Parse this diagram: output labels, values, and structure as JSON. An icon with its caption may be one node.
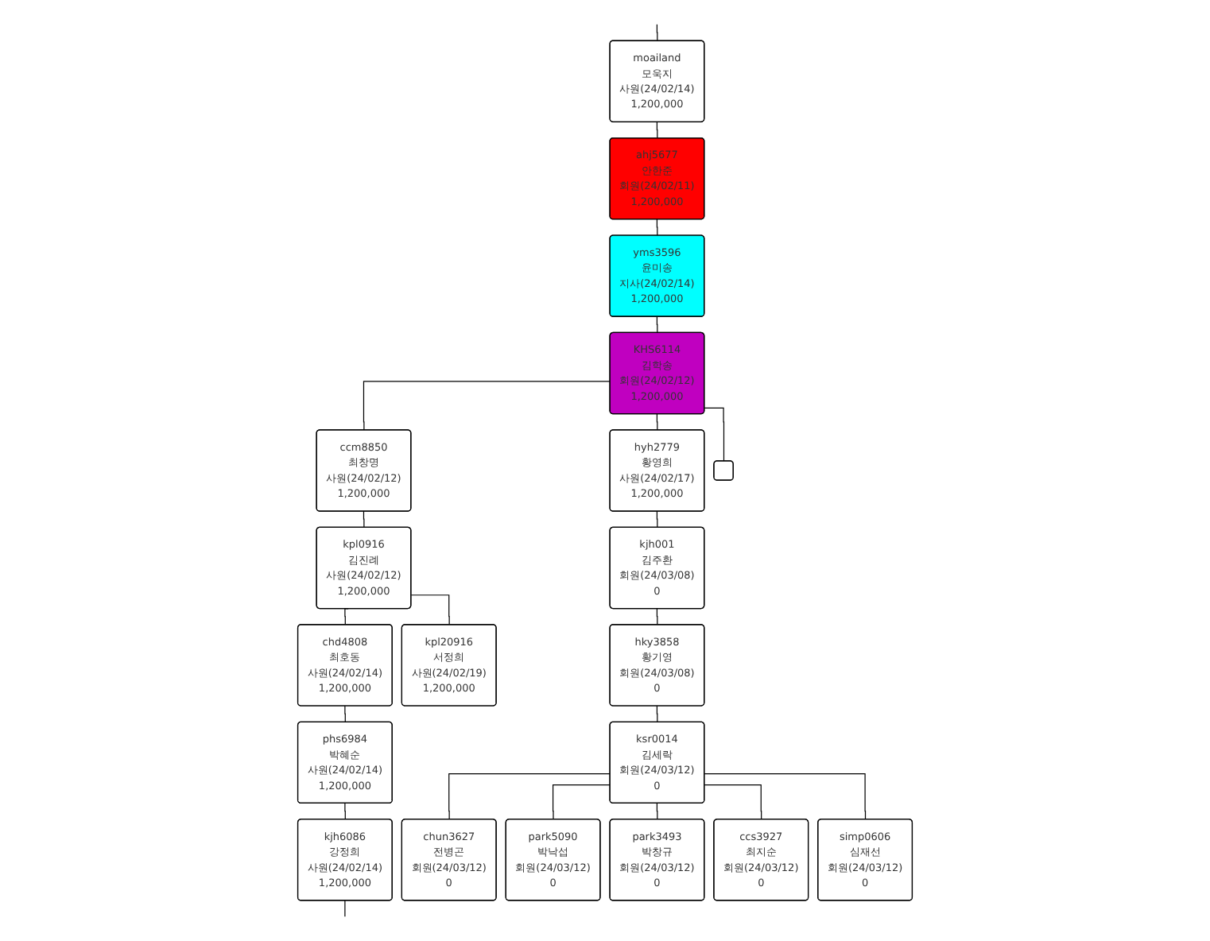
{
  "diagram": {
    "nodes": [
      {
        "text": [
          "moailand",
          "모욱지",
          "사원(24/02/14)",
          "1,200,000"
        ]
      },
      {
        "text": [
          "ahj5677",
          "안한준",
          "회원(24/02/11)",
          "1,200,000"
        ]
      },
      {
        "text": [
          "yms3596",
          "윤미송",
          "지사(24/02/14)",
          "1,200,000"
        ]
      },
      {
        "text": [
          "KHS6114",
          "김학송",
          "회원(24/02/12)",
          "1,200,000"
        ]
      },
      {
        "text": [
          "ccm8850",
          "최창명",
          "사원(24/02/12)",
          "1,200,000"
        ]
      },
      {
        "text": [
          "hyh2779",
          "황영희",
          "사원(24/02/17)",
          "1,200,000"
        ]
      },
      {
        "text": [],
        "shape": "box"
      },
      {
        "text": [
          "kpl0916",
          "김진례",
          "사원(24/02/12)",
          "1,200,000"
        ]
      },
      {
        "text": [
          "kjh001",
          "김주환",
          "회원(24/03/08)",
          "0"
        ]
      },
      {
        "text": [
          "chd4808",
          "최호동",
          "사원(24/02/14)",
          "1,200,000"
        ]
      },
      {
        "text": [
          "kpl20916",
          "서정희",
          "사원(24/02/19)",
          "1,200,000"
        ]
      },
      {
        "text": [
          "hky3858",
          "황기영",
          "회원(24/03/08)",
          "0"
        ]
      },
      {
        "text": [
          "phs6984",
          "박혜순",
          "사원(24/02/14)",
          "1,200,000"
        ]
      },
      {
        "text": [
          "ksr0014",
          "김세락",
          "회원(24/03/12)",
          "0"
        ]
      },
      {
        "text": [
          "kjh6086",
          "강정희",
          "사원(24/02/14)",
          "1,200,000"
        ]
      },
      {
        "text": [
          "chun3627",
          "전병곤",
          "회원(24/03/12)",
          "0"
        ]
      },
      {
        "text": [
          "park5090",
          "박낙섭",
          "회원(24/03/12)",
          "0"
        ]
      },
      {
        "text": [
          "park3493",
          "박창규",
          "회원(24/03/12)",
          "0"
        ]
      },
      {
        "text": [
          "ccs3927",
          "최지순",
          "회원(24/03/12)",
          "0"
        ]
      },
      {
        "text": [
          "simp0606",
          "심재선",
          "회원(24/03/12)",
          "0"
        ]
      }
    ],
    "edges": [
      {
        "from": null,
        "to": 0,
        "arrow": "none"
      },
      {
        "from": 0,
        "to": 1,
        "arrow": "none"
      },
      {
        "from": 1,
        "to": 2,
        "arrow": "none"
      },
      {
        "from": 2,
        "to": 3,
        "arrow": "none"
      },
      {
        "from": 3,
        "to": 4,
        "arrow": "none"
      },
      {
        "from": 3,
        "to": 5,
        "arrow": "none"
      },
      {
        "from": 3,
        "to": 6,
        "arrow": "none"
      },
      {
        "from": 4,
        "to": 7,
        "arrow": "none"
      },
      {
        "from": 5,
        "to": 8,
        "arrow": "none"
      },
      {
        "from": 7,
        "to": 9,
        "arrow": "none"
      },
      {
        "from": 7,
        "to": 10,
        "arrow": "none"
      },
      {
        "from": 8,
        "to": 11,
        "arrow": "none"
      },
      {
        "from": 9,
        "to": 12,
        "arrow": "none"
      },
      {
        "from": 11,
        "to": 13,
        "arrow": "none"
      },
      {
        "from": 12,
        "to": 14,
        "arrow": "none"
      },
      {
        "from": 13,
        "to": 15,
        "arrow": "none"
      },
      {
        "from": 13,
        "to": 16,
        "arrow": "none"
      },
      {
        "from": 13,
        "to": 17,
        "arrow": "none"
      },
      {
        "from": 13,
        "to": 18,
        "arrow": "none"
      },
      {
        "from": 13,
        "to": 19,
        "arrow": "none"
      },
      {
        "from": 14,
        "to": null,
        "arrow": "none"
      }
    ]
  }
}
